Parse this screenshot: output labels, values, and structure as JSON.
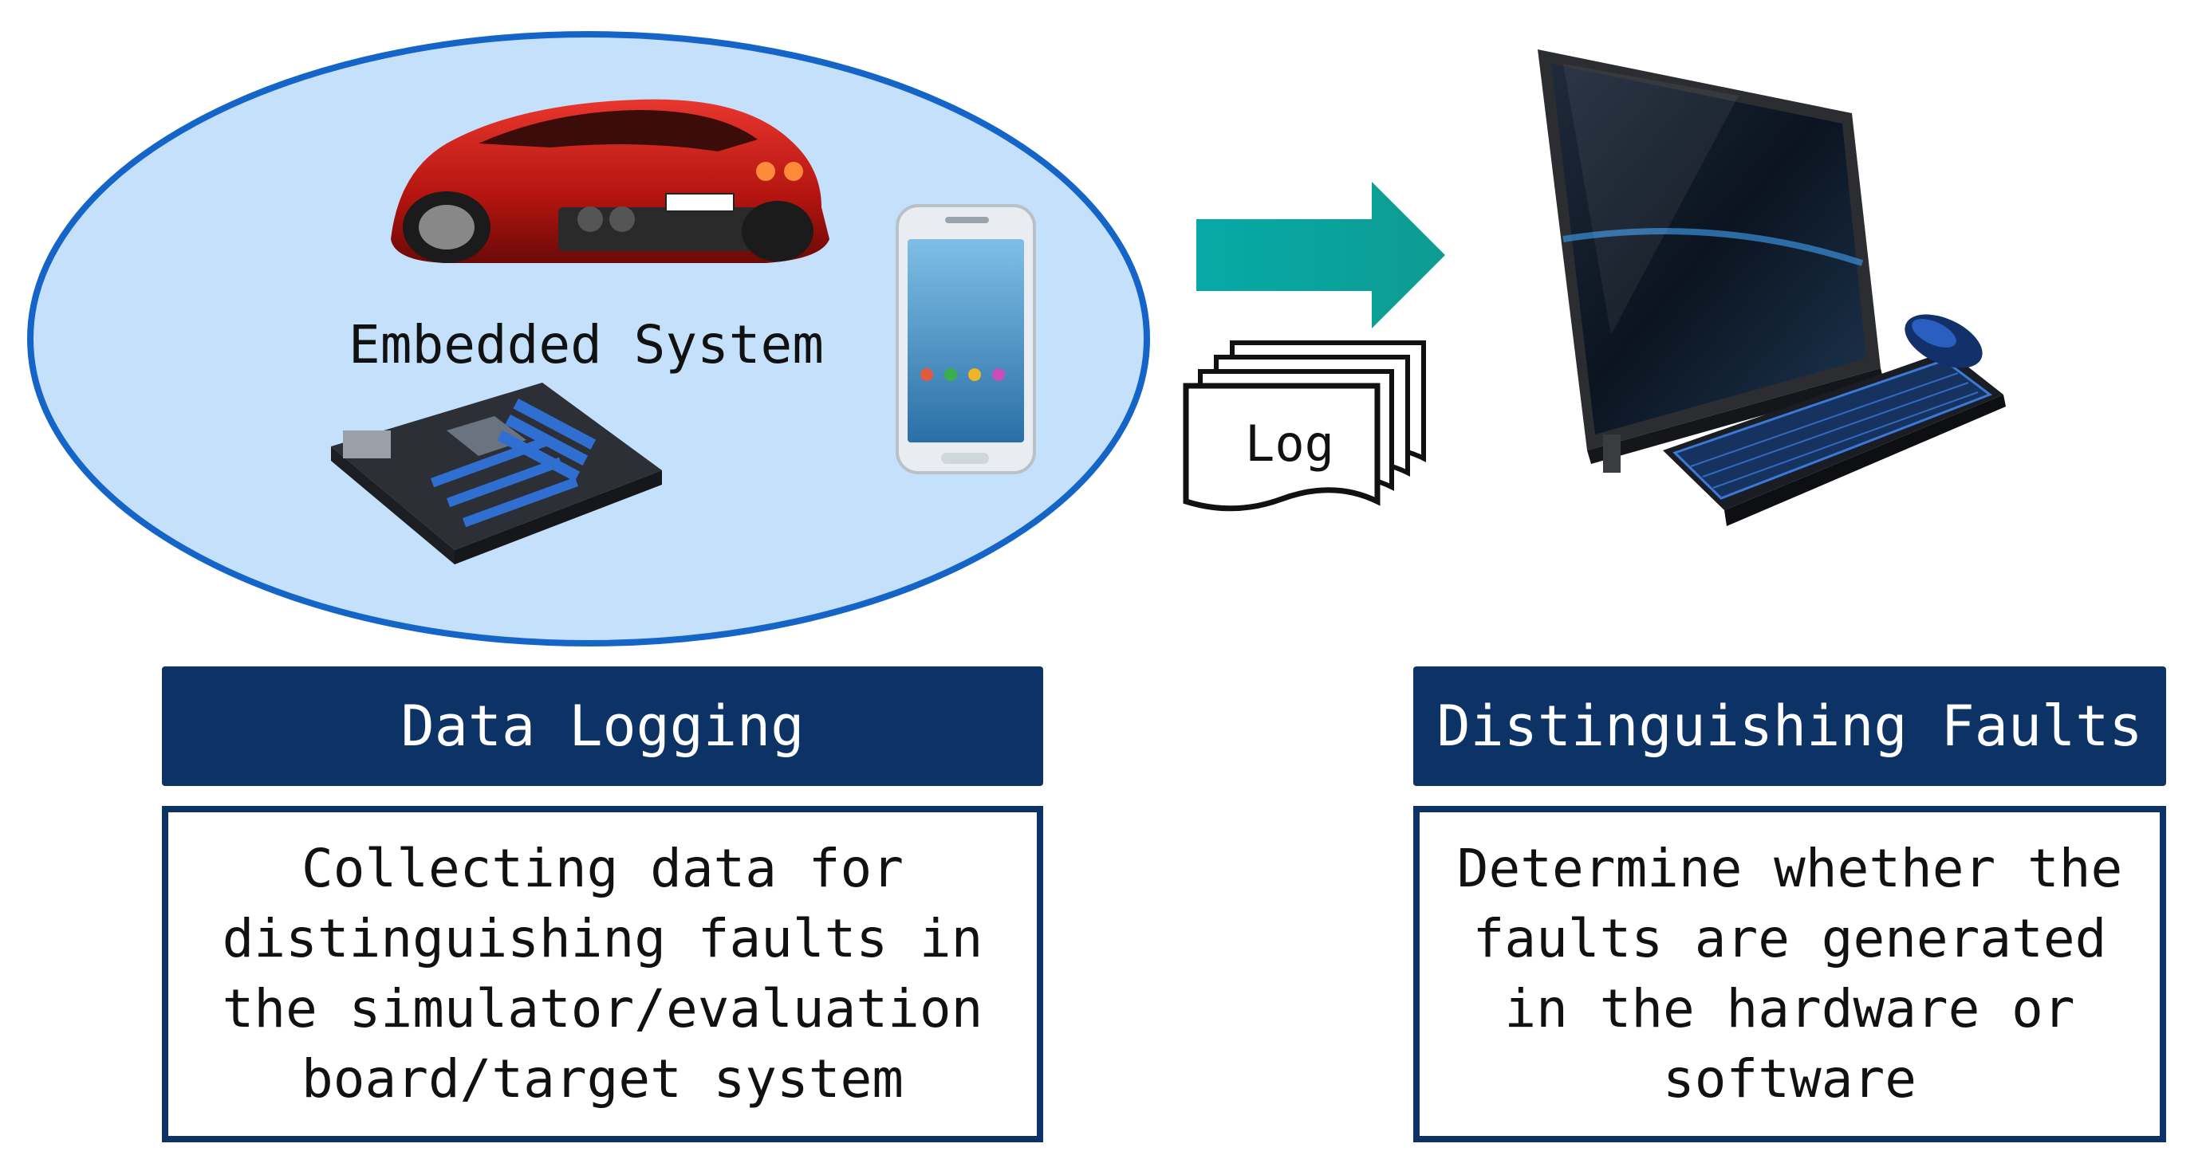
{
  "embedded_system": {
    "title": "Embedded System",
    "ellipse_fill": "#c4e0fa",
    "ellipse_stroke": "#1565c8"
  },
  "log": {
    "label": "Log"
  },
  "arrow": {
    "color": "#0aa5a0"
  },
  "left_panel": {
    "heading": "Data Logging",
    "description": "Collecting data for distinguishing faults in the simulator/evaluation board/target system"
  },
  "right_panel": {
    "heading": "Distinguishing Faults",
    "description": "Determine whether the faults are generated in the hardware or software"
  },
  "colors": {
    "banner": "#0d3266"
  }
}
